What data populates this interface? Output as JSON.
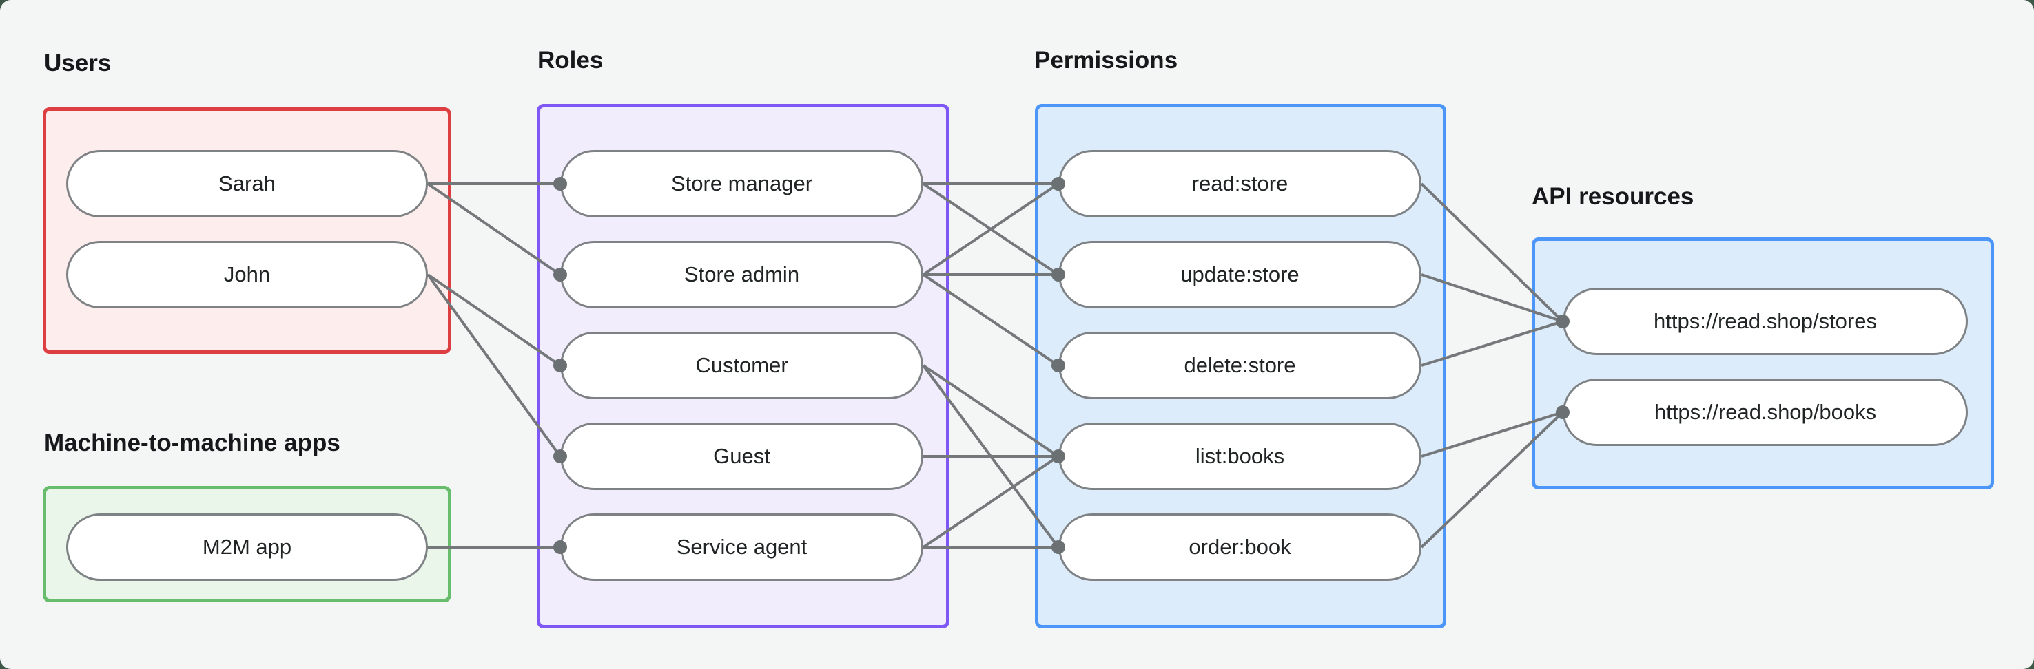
{
  "diagram": {
    "groups": [
      {
        "id": "users",
        "title": "Users",
        "accent_color": "#dc3e41",
        "fill_color": "#fdedec",
        "nodes": [
          {
            "id": "sarah",
            "label": "Sarah"
          },
          {
            "id": "john",
            "label": "John"
          }
        ]
      },
      {
        "id": "m2m",
        "title": "Machine-to-machine apps",
        "accent_color": "#67bd6c",
        "fill_color": "#eaf6ea",
        "nodes": [
          {
            "id": "m2m-app",
            "label": "M2M app"
          }
        ]
      },
      {
        "id": "roles",
        "title": "Roles",
        "accent_color": "#7e57f4",
        "fill_color": "#f2edfd",
        "nodes": [
          {
            "id": "store-manager",
            "label": "Store manager"
          },
          {
            "id": "store-admin",
            "label": "Store admin"
          },
          {
            "id": "customer",
            "label": "Customer"
          },
          {
            "id": "guest",
            "label": "Guest"
          },
          {
            "id": "service-agent",
            "label": "Service agent"
          }
        ]
      },
      {
        "id": "permissions",
        "title": "Permissions",
        "accent_color": "#4b96f8",
        "fill_color": "#ddecfb",
        "nodes": [
          {
            "id": "read-store",
            "label": "read:store"
          },
          {
            "id": "update-store",
            "label": "update:store"
          },
          {
            "id": "delete-store",
            "label": "delete:store"
          },
          {
            "id": "list-books",
            "label": "list:books"
          },
          {
            "id": "order-book",
            "label": "order:book"
          }
        ]
      },
      {
        "id": "api",
        "title": "API resources",
        "accent_color": "#4b96f8",
        "fill_color": "#ddecfb",
        "nodes": [
          {
            "id": "stores-resource",
            "label": "https://read.shop/stores"
          },
          {
            "id": "books-resource",
            "label": "https://read.shop/books"
          }
        ]
      }
    ],
    "edges": [
      {
        "from": "sarah",
        "to": "store-manager"
      },
      {
        "from": "sarah",
        "to": "store-admin"
      },
      {
        "from": "john",
        "to": "customer"
      },
      {
        "from": "john",
        "to": "guest"
      },
      {
        "from": "m2m-app",
        "to": "service-agent"
      },
      {
        "from": "store-manager",
        "to": "read-store"
      },
      {
        "from": "store-manager",
        "to": "update-store"
      },
      {
        "from": "store-admin",
        "to": "read-store"
      },
      {
        "from": "store-admin",
        "to": "update-store"
      },
      {
        "from": "store-admin",
        "to": "delete-store"
      },
      {
        "from": "customer",
        "to": "list-books"
      },
      {
        "from": "customer",
        "to": "order-book"
      },
      {
        "from": "guest",
        "to": "list-books"
      },
      {
        "from": "service-agent",
        "to": "list-books"
      },
      {
        "from": "service-agent",
        "to": "order-book"
      },
      {
        "from": "read-store",
        "to": "stores-resource"
      },
      {
        "from": "update-store",
        "to": "stores-resource"
      },
      {
        "from": "delete-store",
        "to": "stores-resource"
      },
      {
        "from": "list-books",
        "to": "books-resource"
      },
      {
        "from": "order-book",
        "to": "books-resource"
      }
    ],
    "edge_color": "#74787b",
    "edge_dot_color": "#6b7073",
    "node_border_color": "#7e8285",
    "text_color": "#202425",
    "panel_color": "#f4f6f5",
    "backdrop_color": "#3d5847"
  }
}
